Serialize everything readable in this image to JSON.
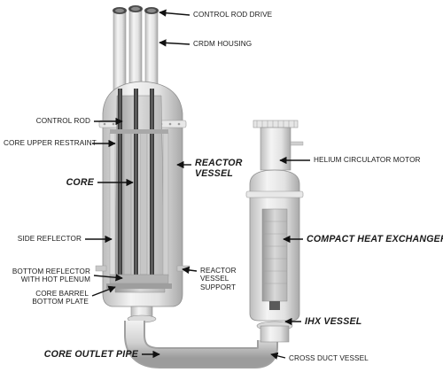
{
  "labels": {
    "control_rod_drive": "CONTROL ROD DRIVE",
    "crdm_housing": "CRDM HOUSING",
    "control_rod": "CONTROL ROD",
    "core_upper_restraint": "CORE UPPER RESTRAINT",
    "reactor_vessel_1": "REACTOR",
    "reactor_vessel_2": "VESSEL",
    "core": "CORE",
    "helium_circulator_motor": "HELIUM CIRCULATOR MOTOR",
    "compact_heat_exchanger": "COMPACT HEAT EXCHANGER",
    "side_reflector": "SIDE REFLECTOR",
    "bottom_reflector_1": "BOTTOM REFLECTOR",
    "bottom_reflector_2": "WITH HOT PLENUM",
    "reactor_vessel_support_1": "REACTOR",
    "reactor_vessel_support_2": "VESSEL",
    "reactor_vessel_support_3": "SUPPORT",
    "core_barrel_1": "CORE BARREL",
    "core_barrel_2": "BOTTOM PLATE",
    "ihx_vessel": "IHX VESSEL",
    "core_outlet_pipe": "CORE OUTLET PIPE",
    "cross_duct_vessel": "CROSS DUCT VESSEL"
  },
  "colors": {
    "metal_light": "#f1f1f1",
    "metal_mid": "#d2d2d2",
    "metal_dark": "#8e8e8e",
    "rod_dark": "#3f3f3f",
    "arrow": "#111111"
  }
}
